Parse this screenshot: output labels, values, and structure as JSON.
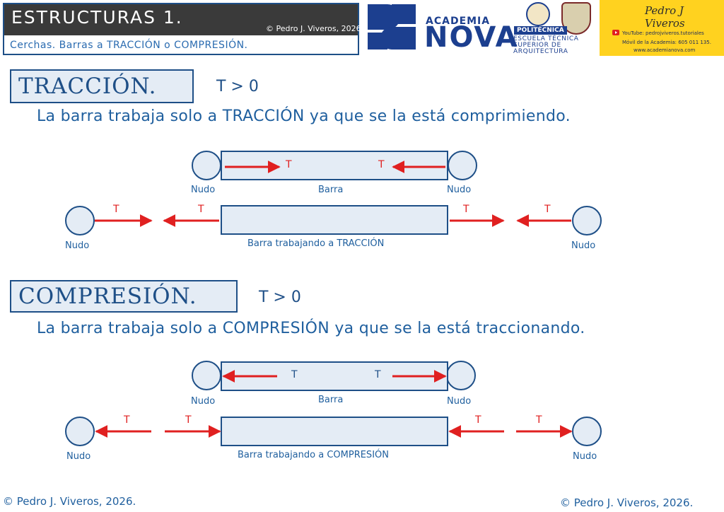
{
  "header": {
    "title": "ESTRUCTURAS 1.",
    "copyright": "© Pedro J. Viveros, 2026.",
    "subtitle": "Cerchas.    Barras a TRACCIÓN o COMPRESIÓN."
  },
  "logos": {
    "academia_small": "ACADEMIA",
    "academia_big": "NOVA",
    "politecnica": "POLITÉCNICA",
    "etsa_line1": "ESCUELA TÉCNICA",
    "etsa_line2": "SUPERIOR DE",
    "etsa_line3": "ARQUITECTURA",
    "signature": "Pedro J Viveros",
    "youtube": "YouTube: pedrojviveros.tutoriales",
    "movil": "Móvil de la Academia: 605 011 135.",
    "web": "www.academianova.com"
  },
  "traccion": {
    "heading": "TRACCIÓN.",
    "condition": "T > 0",
    "description": "La barra trabaja solo a TRACCIÓN ya que se la está comprimiendo.",
    "nudo": "Nudo",
    "barra": "Barra",
    "barra_trabajando": "Barra trabajando a TRACCIÓN",
    "t": "T"
  },
  "compresion": {
    "heading": "COMPRESIÓN.",
    "condition": "T > 0",
    "description": "La barra trabaja solo a COMPRESIÓN ya que se la está traccionando.",
    "nudo": "Nudo",
    "barra": "Barra",
    "barra_trabajando": "Barra trabajando a COMPRESIÓN",
    "t": "T"
  },
  "footer": {
    "left": "© Pedro J. Viveros, 2026.",
    "right": "© Pedro J. Viveros, 2026."
  },
  "colors": {
    "bar_fill": "#e4ecf5",
    "outline": "#1e4f87",
    "arrow": "#e02020"
  }
}
